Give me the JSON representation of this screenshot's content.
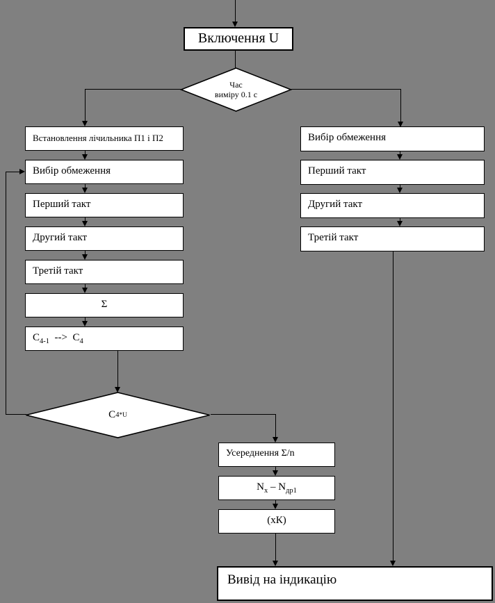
{
  "diagram": {
    "background_color": "#808080",
    "node_fill": "#ffffff",
    "line_color": "#000000",
    "start": {
      "label": "Включення U"
    },
    "decision_time": {
      "line1": "Час",
      "line2": "виміру 0.1 с"
    },
    "left_branch": {
      "set_counters": "Встановлення лічильника П1 і П2",
      "select_limit": "Вибір обмеження",
      "first_cycle": "Перший такт",
      "second_cycle": "Другий такт",
      "third_cycle": "Третій такт",
      "sum": "Σ",
      "shift": {
        "c1": "C",
        "sub1": "4-1",
        "arrow": "  -->  ",
        "c2": "C",
        "sub2": "4"
      }
    },
    "decision_c4": {
      "base": "C",
      "sub": "4",
      "sup": "*U"
    },
    "right_branch": {
      "select_limit": "Вибір обмеження",
      "first_cycle": "Перший такт",
      "second_cycle": "Другий такт",
      "third_cycle": "Третій такт"
    },
    "middle_branch": {
      "averaging": "Усереднення Σ/n",
      "subtract": {
        "n1": "N",
        "sub1": "х",
        "minus": " – ",
        "n2": "N",
        "sub2": "др1"
      },
      "multiply": "(хК)"
    },
    "output": {
      "label": "Вивід на індикацію"
    }
  }
}
